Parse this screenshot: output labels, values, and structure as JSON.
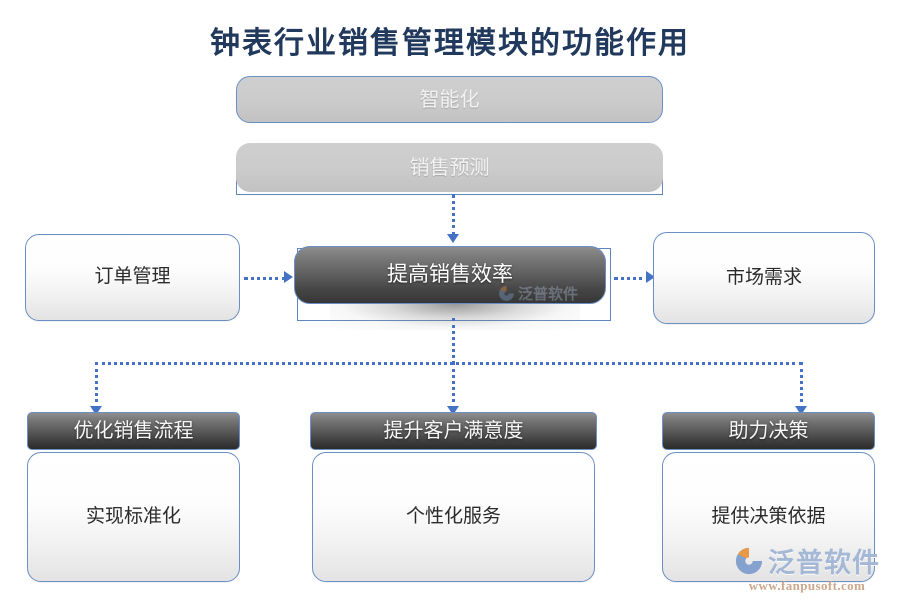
{
  "title": "钟表行业销售管理模块的功能作用",
  "theme": {
    "title_color": "#20395c",
    "connector_color": "#4472c4",
    "node_border_color": "#6a8fc4",
    "gray_fill": "#cbcbcb",
    "dark_fill": "#4a4a4a",
    "page_background": "#ffffff"
  },
  "nodes": {
    "top_intelligent": {
      "label": "智能化",
      "style": "gray-outlined"
    },
    "top_forecast": {
      "label": "销售预测",
      "style": "gray"
    },
    "left_order": {
      "label": "订单管理",
      "style": "light"
    },
    "center_core": {
      "label": "提高销售效率",
      "style": "dark"
    },
    "right_demand": {
      "label": "市场需求",
      "style": "light"
    }
  },
  "branches": [
    {
      "header": "优化销售流程",
      "body": "实现标准化"
    },
    {
      "header": "提升客户满意度",
      "body": "个性化服务"
    },
    {
      "header": "助力决策",
      "body": "提供决策依据"
    }
  ],
  "watermark": {
    "brand": "泛普软件",
    "url": "www.fanpusoft.com",
    "brand_color": "#9fb4d4",
    "url_color": "#c8a083",
    "mark_color": "#5b86c5",
    "mark_accent": "#e8913a"
  },
  "icons": {
    "watermark_mark": "fanpu-logo-icon",
    "arrow": "arrow-icon"
  }
}
